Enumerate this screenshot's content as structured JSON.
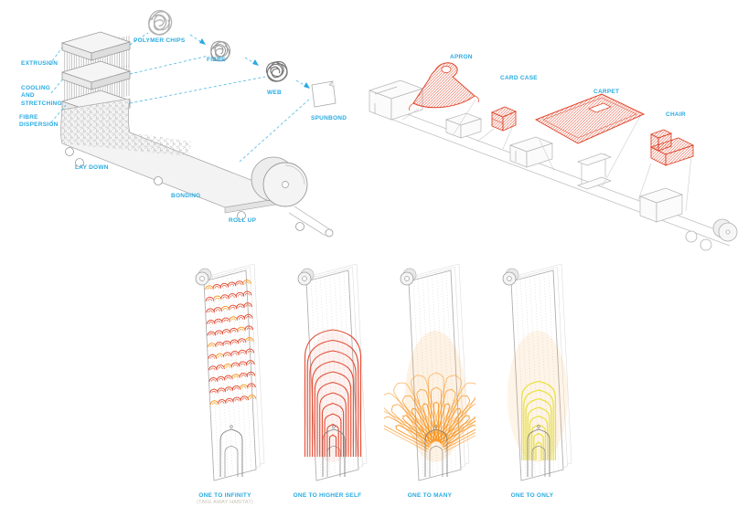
{
  "colors": {
    "blue": "#29ABE2",
    "red": "#E0452A",
    "orange": "#F7941E",
    "yellow": "#E8E03A",
    "gray": "#9A9A9A"
  },
  "process": {
    "stage_labels": {
      "extrusion": "EXTRUSION",
      "cooling_and_stretching": "COOLING AND STRETCHING",
      "fibre_dispersion": "FIBRE DISPERSION",
      "lay_down": "LAY DOWN",
      "bonding": "BONDING",
      "roll_up": "ROLL UP"
    },
    "material_labels": {
      "polymer_chips": "POLYMER CHIPS",
      "fibre": "FIBRE",
      "web": "WEB",
      "spunbond": "SPUNBOND"
    }
  },
  "products": {
    "apron": "APRON",
    "card_case": "CARD CASE",
    "carpet": "CARPET",
    "chair": "CHAIR"
  },
  "patterns": {
    "panels": [
      {
        "label": "ONE TO INFINITY",
        "sublabel": "(TAKE AWAY HABITAT)",
        "color": "red",
        "type": "scales"
      },
      {
        "label": "ONE TO HIGHER SELF",
        "sublabel": "",
        "color": "red",
        "type": "nest"
      },
      {
        "label": "ONE TO MANY",
        "sublabel": "",
        "color": "orange",
        "type": "fan"
      },
      {
        "label": "ONE TO ONLY",
        "sublabel": "",
        "color": "yellow",
        "type": "nest-small"
      }
    ]
  }
}
